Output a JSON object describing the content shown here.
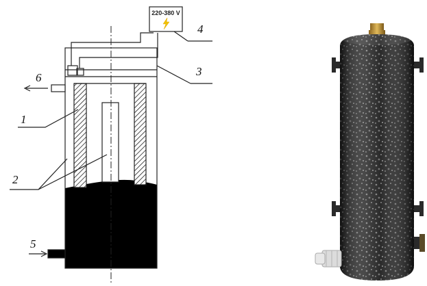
{
  "diagram": {
    "power_supply": {
      "label": "220-380 V",
      "icon": "lightning-bolt-icon",
      "icon_color": "#f2c200"
    },
    "callouts": [
      "1",
      "2",
      "3",
      "4",
      "5",
      "6"
    ],
    "colors": {
      "line": "#222222",
      "liquid": "#000000",
      "hatch": "#222222",
      "bolt": "#f2c200"
    }
  },
  "photo": {
    "subject": "boiler-photo",
    "colors": {
      "body_dark": "#1e1e1e",
      "body_speckle": "#8a8a8a",
      "cap_brass": "#c59a3a",
      "gland": "#dcdcdc"
    }
  }
}
